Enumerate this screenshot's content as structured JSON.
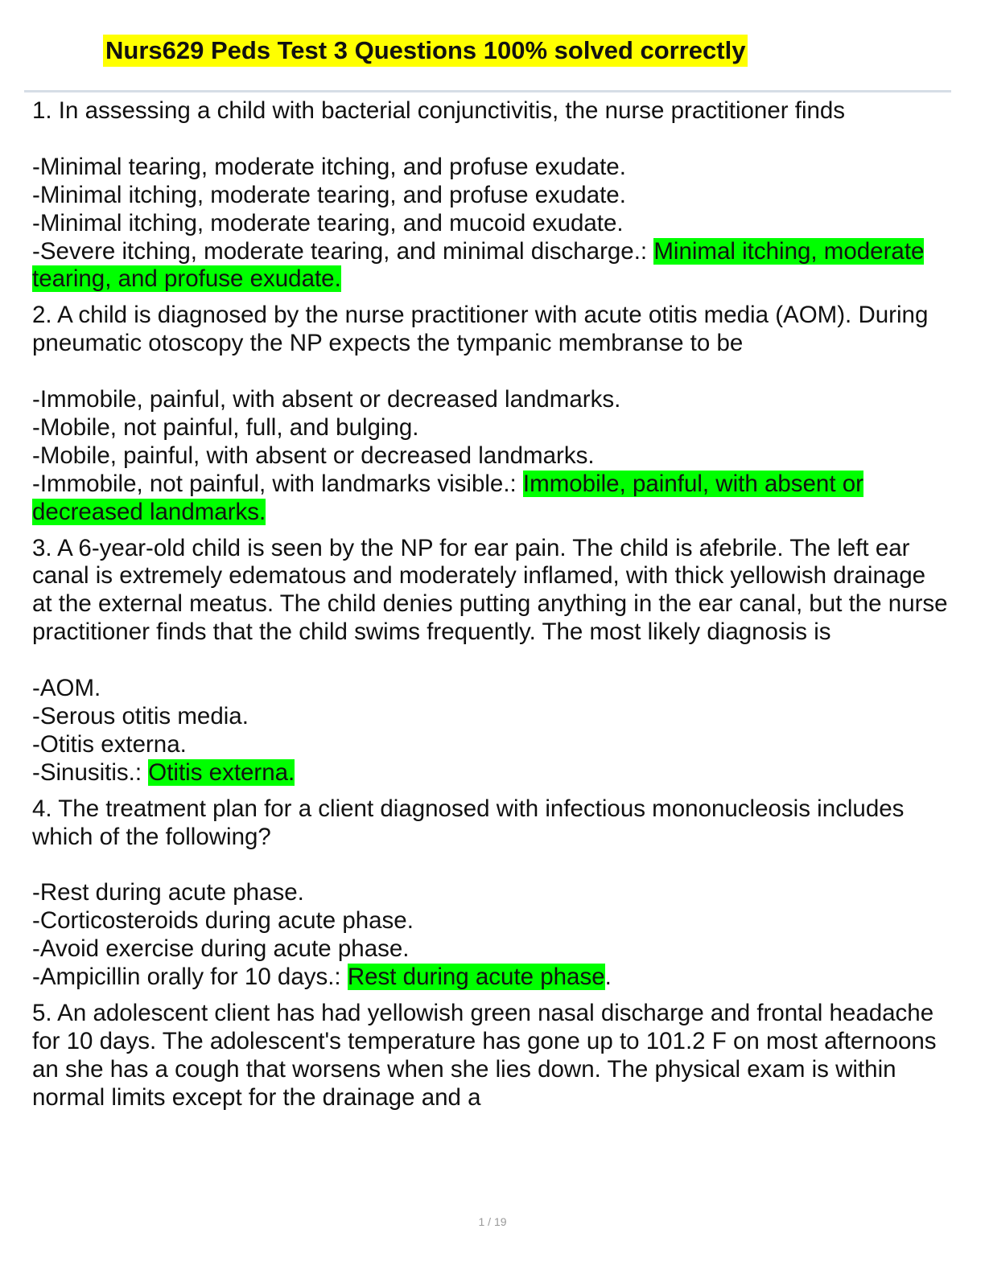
{
  "title": "Nurs629 Peds Test 3 Questions 100% solved correctly",
  "questions": [
    {
      "stem": "1. In assessing a child with bacterial conjunctivitis, the nurse practitioner finds",
      "options": [
        "-Minimal tearing, moderate itching, and profuse exudate.",
        "-Minimal itching, moderate tearing, and profuse exudate.",
        "-Minimal itching, moderate tearing, and mucoid exudate.",
        "-Severe itching, moderate tearing, and minimal discharge.: "
      ],
      "answer": "Minimal itching, moderate tearing, and profuse exudate.",
      "answer_suffix": ""
    },
    {
      "stem": "2. A child is diagnosed by the nurse practitioner with acute otitis media (AOM). During pneumatic otoscopy the NP expects the tympanic membranse to be",
      "options": [
        "-Immobile, painful, with absent or decreased landmarks.",
        "-Mobile, not painful, full, and bulging.",
        "-Mobile, painful, with absent or decreased landmarks.",
        "-Immobile, not painful, with landmarks visible.: "
      ],
      "answer": "Immobile, painful, with absent or decreased landmarks.",
      "answer_suffix": ""
    },
    {
      "stem": "3. A 6-year-old child is seen by the NP for ear pain. The child is afebrile. The left ear canal is extremely edematous and moderately inflamed, with thick yellowish drainage at the external meatus. The child denies putting anything in the ear canal, but the nurse practitioner finds that the child swims frequently. The most likely diagnosis is",
      "options": [
        "-AOM.",
        "-Serous otitis media.",
        "-Otitis externa.",
        "-Sinusitis.: "
      ],
      "answer": "Otitis externa.",
      "answer_suffix": ""
    },
    {
      "stem": "4. The treatment plan for a client diagnosed with infectious mononucleosis includes which of the following?",
      "options": [
        "-Rest during acute phase.",
        "-Corticosteroids during acute phase.",
        "-Avoid exercise during acute phase.",
        "-Ampicillin orally for 10 days.: "
      ],
      "answer": "Rest during acute phase",
      "answer_suffix": "."
    }
  ],
  "partial_question": "5. An adolescent client has had yellowish green nasal discharge and frontal headache for 10 days. The adolescent's temperature has gone up to 101.2 F on most afternoons an she has a cough that worsens when she lies down. The physical exam is within normal limits except for the drainage and a",
  "footer": "1 / 19",
  "colors": {
    "title_highlight": "#ffff00",
    "answer_highlight": "#00ff00",
    "rule": "#d6dde6"
  }
}
